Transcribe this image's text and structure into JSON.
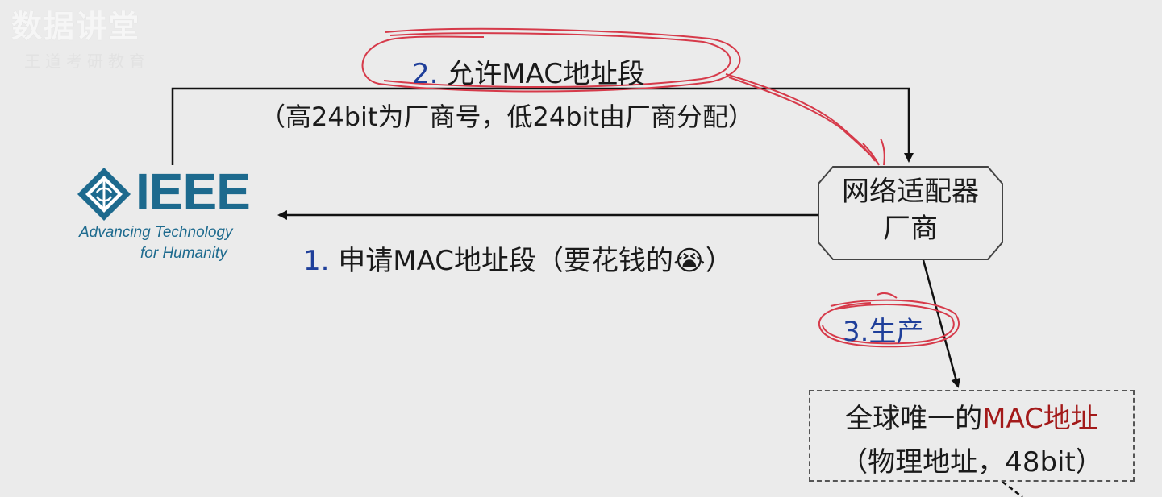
{
  "watermark": {
    "title": "数据讲堂",
    "subtitle": "王道考研教育"
  },
  "ieee": {
    "logo_text": "IEEE",
    "tagline_1": "Advancing Technology",
    "tagline_2": "for Humanity"
  },
  "vendor": {
    "label": "网络适配器厂商"
  },
  "step1": {
    "number": "1.",
    "text": "申请MAC地址段（要花钱的",
    "emoji": "😭",
    "close": "）"
  },
  "step2": {
    "number": "2.",
    "text": "允许MAC地址段",
    "detail": "（高24bit为厂商号，低24bit由厂商分配）"
  },
  "step3": {
    "number": "3.",
    "text": "生产"
  },
  "mac_result": {
    "prefix": "全球唯一的",
    "highlight": "MAC地址",
    "detail": "（物理地址，48bit）"
  },
  "colors": {
    "step_number": "#1f3f9a",
    "highlight_red": "#a31a1a",
    "annotation_red": "#d63a4a",
    "ieee_blue": "#1d6a8e"
  }
}
